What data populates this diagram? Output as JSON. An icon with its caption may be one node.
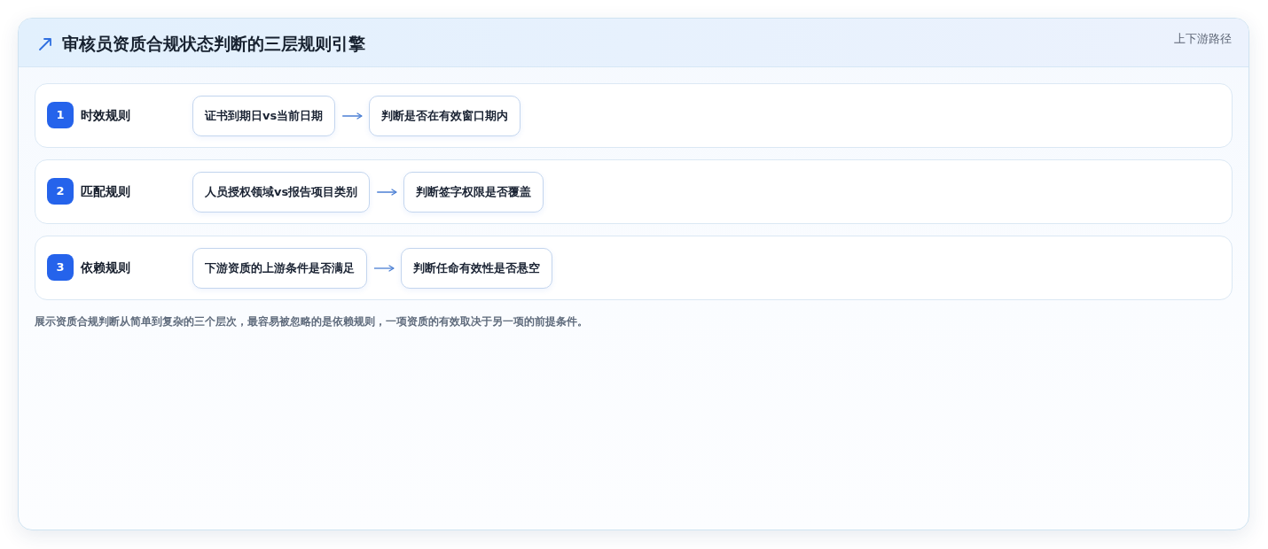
{
  "diagram": {
    "title": "审核员资质合规状态判断的三层规则引擎",
    "caption": "展示资质合规判断从简单到复杂的三个层次，最容易被忽略的是依赖规则，一项资质的有效取决于另一项的前提条件。",
    "nodes": [
      {
        "text": [
          "时效规则"
        ]
      },
      {
        "text": [
          "1"
        ],
        "in": 0
      },
      {
        "text": [
          "证书到期日vs当前日期"
        ],
        "in": 0
      },
      {
        "text": [
          "判断是否在有效窗口期内"
        ],
        "in": 0
      },
      {
        "text": [
          "匹配规则"
        ]
      },
      {
        "text": [
          "2"
        ],
        "in": 4
      },
      {
        "text": [
          "人员授权领域vs报告项目类别"
        ],
        "in": 4
      },
      {
        "text": [
          "判断签字权限是否覆盖"
        ],
        "in": 4
      },
      {
        "text": [
          "依赖规则"
        ]
      },
      {
        "text": [
          "3"
        ],
        "in": 8
      },
      {
        "text": [
          "下游资质的上游条件是否满足"
        ],
        "in": 8
      },
      {
        "text": [
          "判断任命有效性是否悬空"
        ],
        "in": 8
      }
    ],
    "edges": [
      {
        "from": 2,
        "to": 3,
        "arrow": "to"
      },
      {
        "from": 6,
        "to": 7,
        "arrow": "to"
      },
      {
        "from": 10,
        "to": 11,
        "arrow": "to"
      }
    ],
    "labels": [
      "上下游路径"
    ]
  }
}
